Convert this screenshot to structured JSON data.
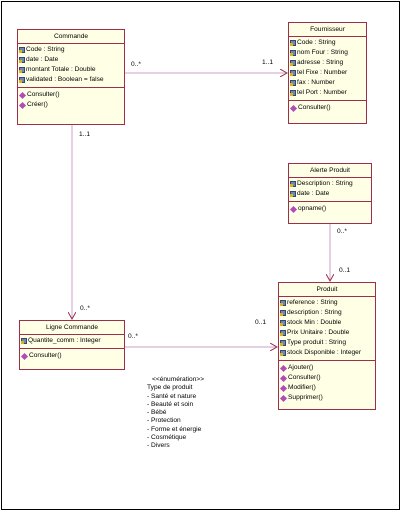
{
  "classes": {
    "commande": {
      "name": "Commande",
      "attributes": [
        "Code : String",
        "date : Date",
        "montant Totale : Double",
        "validated : Boolean = false"
      ],
      "operations": [
        "Consulter()",
        "Créer()"
      ]
    },
    "fournisseur": {
      "name": "Fournisseur",
      "attributes": [
        "Code : String",
        "nom Four : String",
        "adresse : String",
        "tel Fixe : Number",
        "fax : Number",
        "tel Port : Number"
      ],
      "operations": [
        "Consulter()"
      ]
    },
    "alerte": {
      "name": "Alerte Produit",
      "attributes": [
        "Description : String",
        "date : Date"
      ],
      "operations": [
        "opname()"
      ]
    },
    "ligne": {
      "name": "Ligne Commande",
      "attributes": [
        "Quantite_comm : Integer"
      ],
      "operations": [
        "Consulter()"
      ]
    },
    "produit": {
      "name": "Produit",
      "attributes": [
        "reference : String",
        "description : String",
        "stock Min : Double",
        "Prix Unitaire : Double",
        "Type produit : String",
        "stock Disponible : Integer"
      ],
      "operations": [
        "Ajouter()",
        "Consulter()",
        "Modifier()",
        "Supprimer()"
      ]
    }
  },
  "multiplicities": {
    "cmd_four_src": "0..*",
    "cmd_four_dst": "1..1",
    "cmd_ligne_src": "1..1",
    "cmd_ligne_dst": "0..*",
    "alerte_prod_src": "0..*",
    "alerte_prod_dst": "0..1",
    "ligne_prod_src": "0..*",
    "ligne_prod_dst": "0..1"
  },
  "enumeration": {
    "stereotype": "<<énumération>>",
    "title": "Type de produit",
    "values": [
      "- Santé et nature",
      "- Beauté et soin",
      "- Bébé",
      "- Protection",
      "- Forme et énergie",
      "- Cosmétique",
      "- Divers"
    ]
  },
  "colors": {
    "class_fill": "#ffffe6",
    "class_border": "#9b2f4c",
    "association_line": "#c9a6c6",
    "arrow": "#9b2f4c"
  }
}
